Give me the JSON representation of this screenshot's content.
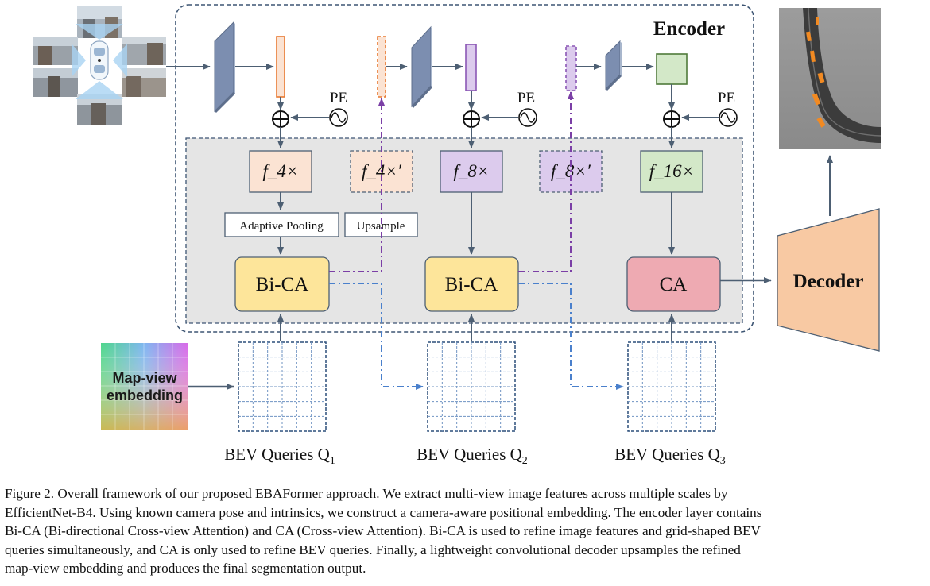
{
  "encoder_title": "Encoder",
  "decoder_title": "Decoder",
  "pe_label": "PE",
  "feature_blocks": {
    "f4": "f_4×",
    "f4p": "f_4×′",
    "f8": "f_8×",
    "f8p": "f_8×′",
    "f16": "f_16×"
  },
  "ops": {
    "adaptive_pooling": "Adaptive Pooling",
    "upsample": "Upsample"
  },
  "attention_blocks": {
    "bica1": "Bi-CA",
    "bica2": "Bi-CA",
    "ca": "CA"
  },
  "map_view_embedding": {
    "line1": "Map-view",
    "line2": "embedding"
  },
  "queries": {
    "q1_prefix": "BEV Queries Q",
    "q1_sub": "1",
    "q2_prefix": "BEV Queries Q",
    "q2_sub": "2",
    "q3_prefix": "BEV Queries Q",
    "q3_sub": "3"
  },
  "caption": {
    "line1": "Figure 2.  Overall framework of our proposed EBAFormer approach.  We extract multi-view image features across multiple scales by",
    "line2": "EfficientNet-B4. Using known camera pose and intrinsics, we construct a camera-aware positional embedding. The encoder layer contains",
    "line3": "Bi-CA (Bi-directional Cross-view Attention) and CA (Cross-view Attention). Bi-CA is used to refine image features and grid-shaped BEV",
    "line4": "queries simultaneously, and CA is only used to refine BEV queries.  Finally, a lightweight convolutional decoder upsamples the refined",
    "line5": "map-view embedding and produces the final segmentation output."
  },
  "colors": {
    "orange_feature": "#fbe3d3",
    "orange_border": "#e8782f",
    "purple_feature": "#dccbed",
    "purple_border": "#8b57b5",
    "green_feature": "#d3e8c8",
    "green_border": "#4f7a3a",
    "bica_fill": "#fde59a",
    "ca_fill": "#eeaab2",
    "decoder_fill": "#f8c9a3",
    "backbone_front": "#7c8eb0",
    "arrow_main": "#4d5f73",
    "arrow_purple": "#7b3fa6",
    "arrow_blue": "#4a80cc",
    "grid_border": "#2c4f7a",
    "panel_gray": "#e5e5e5"
  },
  "icons": [
    "camera-view-image",
    "plus-circle-icon",
    "sine-wave-icon",
    "segmentation-map-image"
  ]
}
